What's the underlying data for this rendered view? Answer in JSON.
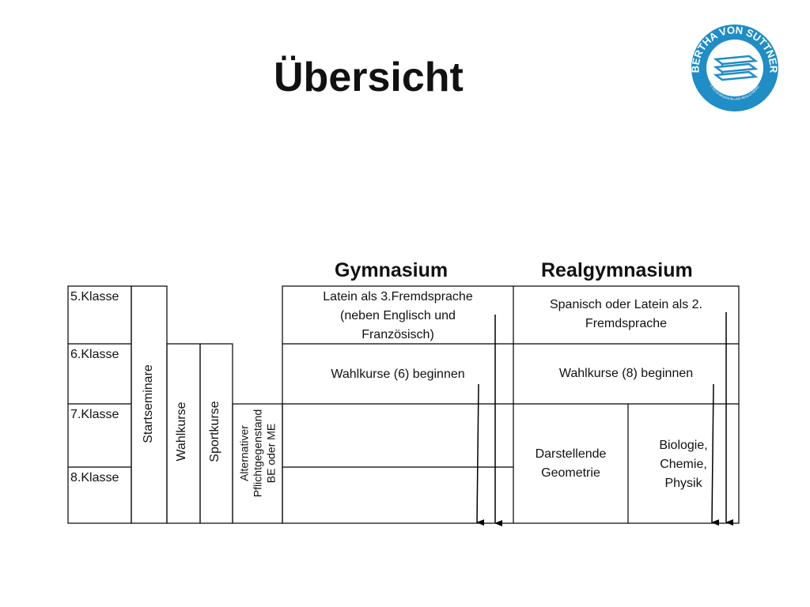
{
  "title": "Übersicht",
  "logo": {
    "name": "BERTHA VON SUTTNER",
    "subtext": "BRG XXI GYMNASIUM UND REALGYMNASIUM",
    "color": "#1f8dc6"
  },
  "headers": {
    "gymnasium": "Gymnasium",
    "realgymnasium": "Realgymnasium"
  },
  "rows": {
    "r5": "5.Klasse",
    "r6": "6.Klasse",
    "r7": "7.Klasse",
    "r8": "8.Klasse"
  },
  "columns": {
    "startseminare": "Startseminare",
    "wahlkurse": "Wahlkurse",
    "sportkurse": "Sportkurse",
    "alt_line1": "Alternativer",
    "alt_line2": "Pflichtgegenstand",
    "alt_line3": "BE oder ME"
  },
  "cells": {
    "gym_latein_l1": "Latein als 3.Fremdsprache",
    "gym_latein_l2": "(neben Englisch und",
    "gym_latein_l3": "Französisch)",
    "real_spanisch_l1": "Spanisch oder Latein als 2.",
    "real_spanisch_l2": "Fremdsprache",
    "gym_wahlkurse": "Wahlkurse (6) beginnen",
    "real_wahlkurse": "Wahlkurse (8) beginnen",
    "dg_l1": "Darstellende",
    "dg_l2": "Geometrie",
    "bio_l1": "Biologie,",
    "bio_l2": "Chemie,",
    "bio_l3": "Physik"
  }
}
